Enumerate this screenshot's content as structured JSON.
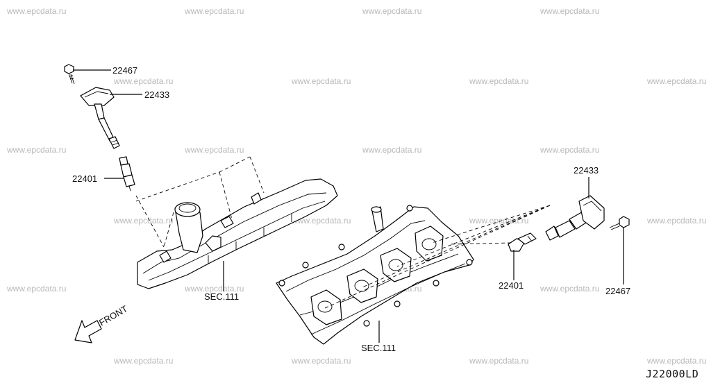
{
  "watermark": {
    "text": "www.epcdata.ru",
    "color": "#b8b8b8"
  },
  "callouts": {
    "bolt_left": "22467",
    "coil_left": "22433",
    "plug_left": "22401",
    "cover_left": "SEC.111",
    "cover_right": "SEC.111",
    "coil_right": "22433",
    "plug_right": "22401",
    "bolt_right": "22467"
  },
  "front_label": "FRONT",
  "diagram_code": "J22000LD"
}
